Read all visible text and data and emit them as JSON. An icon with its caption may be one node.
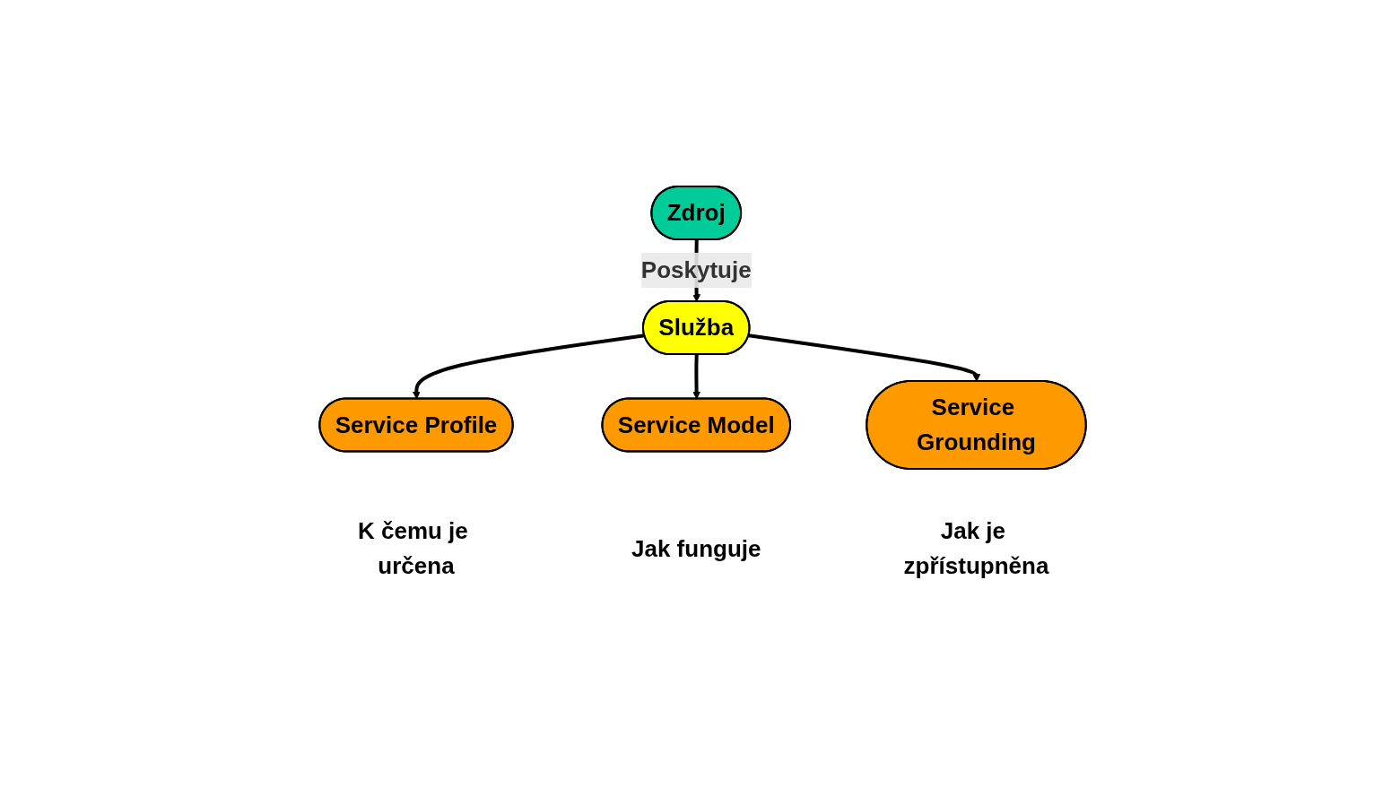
{
  "diagram": {
    "nodes": [
      {
        "text": [
          "Zdroj"
        ]
      },
      {
        "text": [
          "Služba"
        ]
      },
      {
        "text": [
          "Service Profile"
        ],
        "beside": [
          "K čemu je určena"
        ]
      },
      {
        "text": [
          "Service Model"
        ],
        "beside": [
          "Jak funguje"
        ]
      },
      {
        "text": [
          "Service Grounding"
        ],
        "beside": [
          "Jak je zpřístupněna"
        ]
      }
    ],
    "edges": [
      {
        "from": 0,
        "to": 1,
        "arrow": "to",
        "label": "Poskytuje"
      },
      {
        "from": 1,
        "to": 2,
        "arrow": "to"
      },
      {
        "from": 1,
        "to": 3,
        "arrow": "to"
      },
      {
        "from": 1,
        "to": 4,
        "arrow": "to"
      }
    ]
  }
}
